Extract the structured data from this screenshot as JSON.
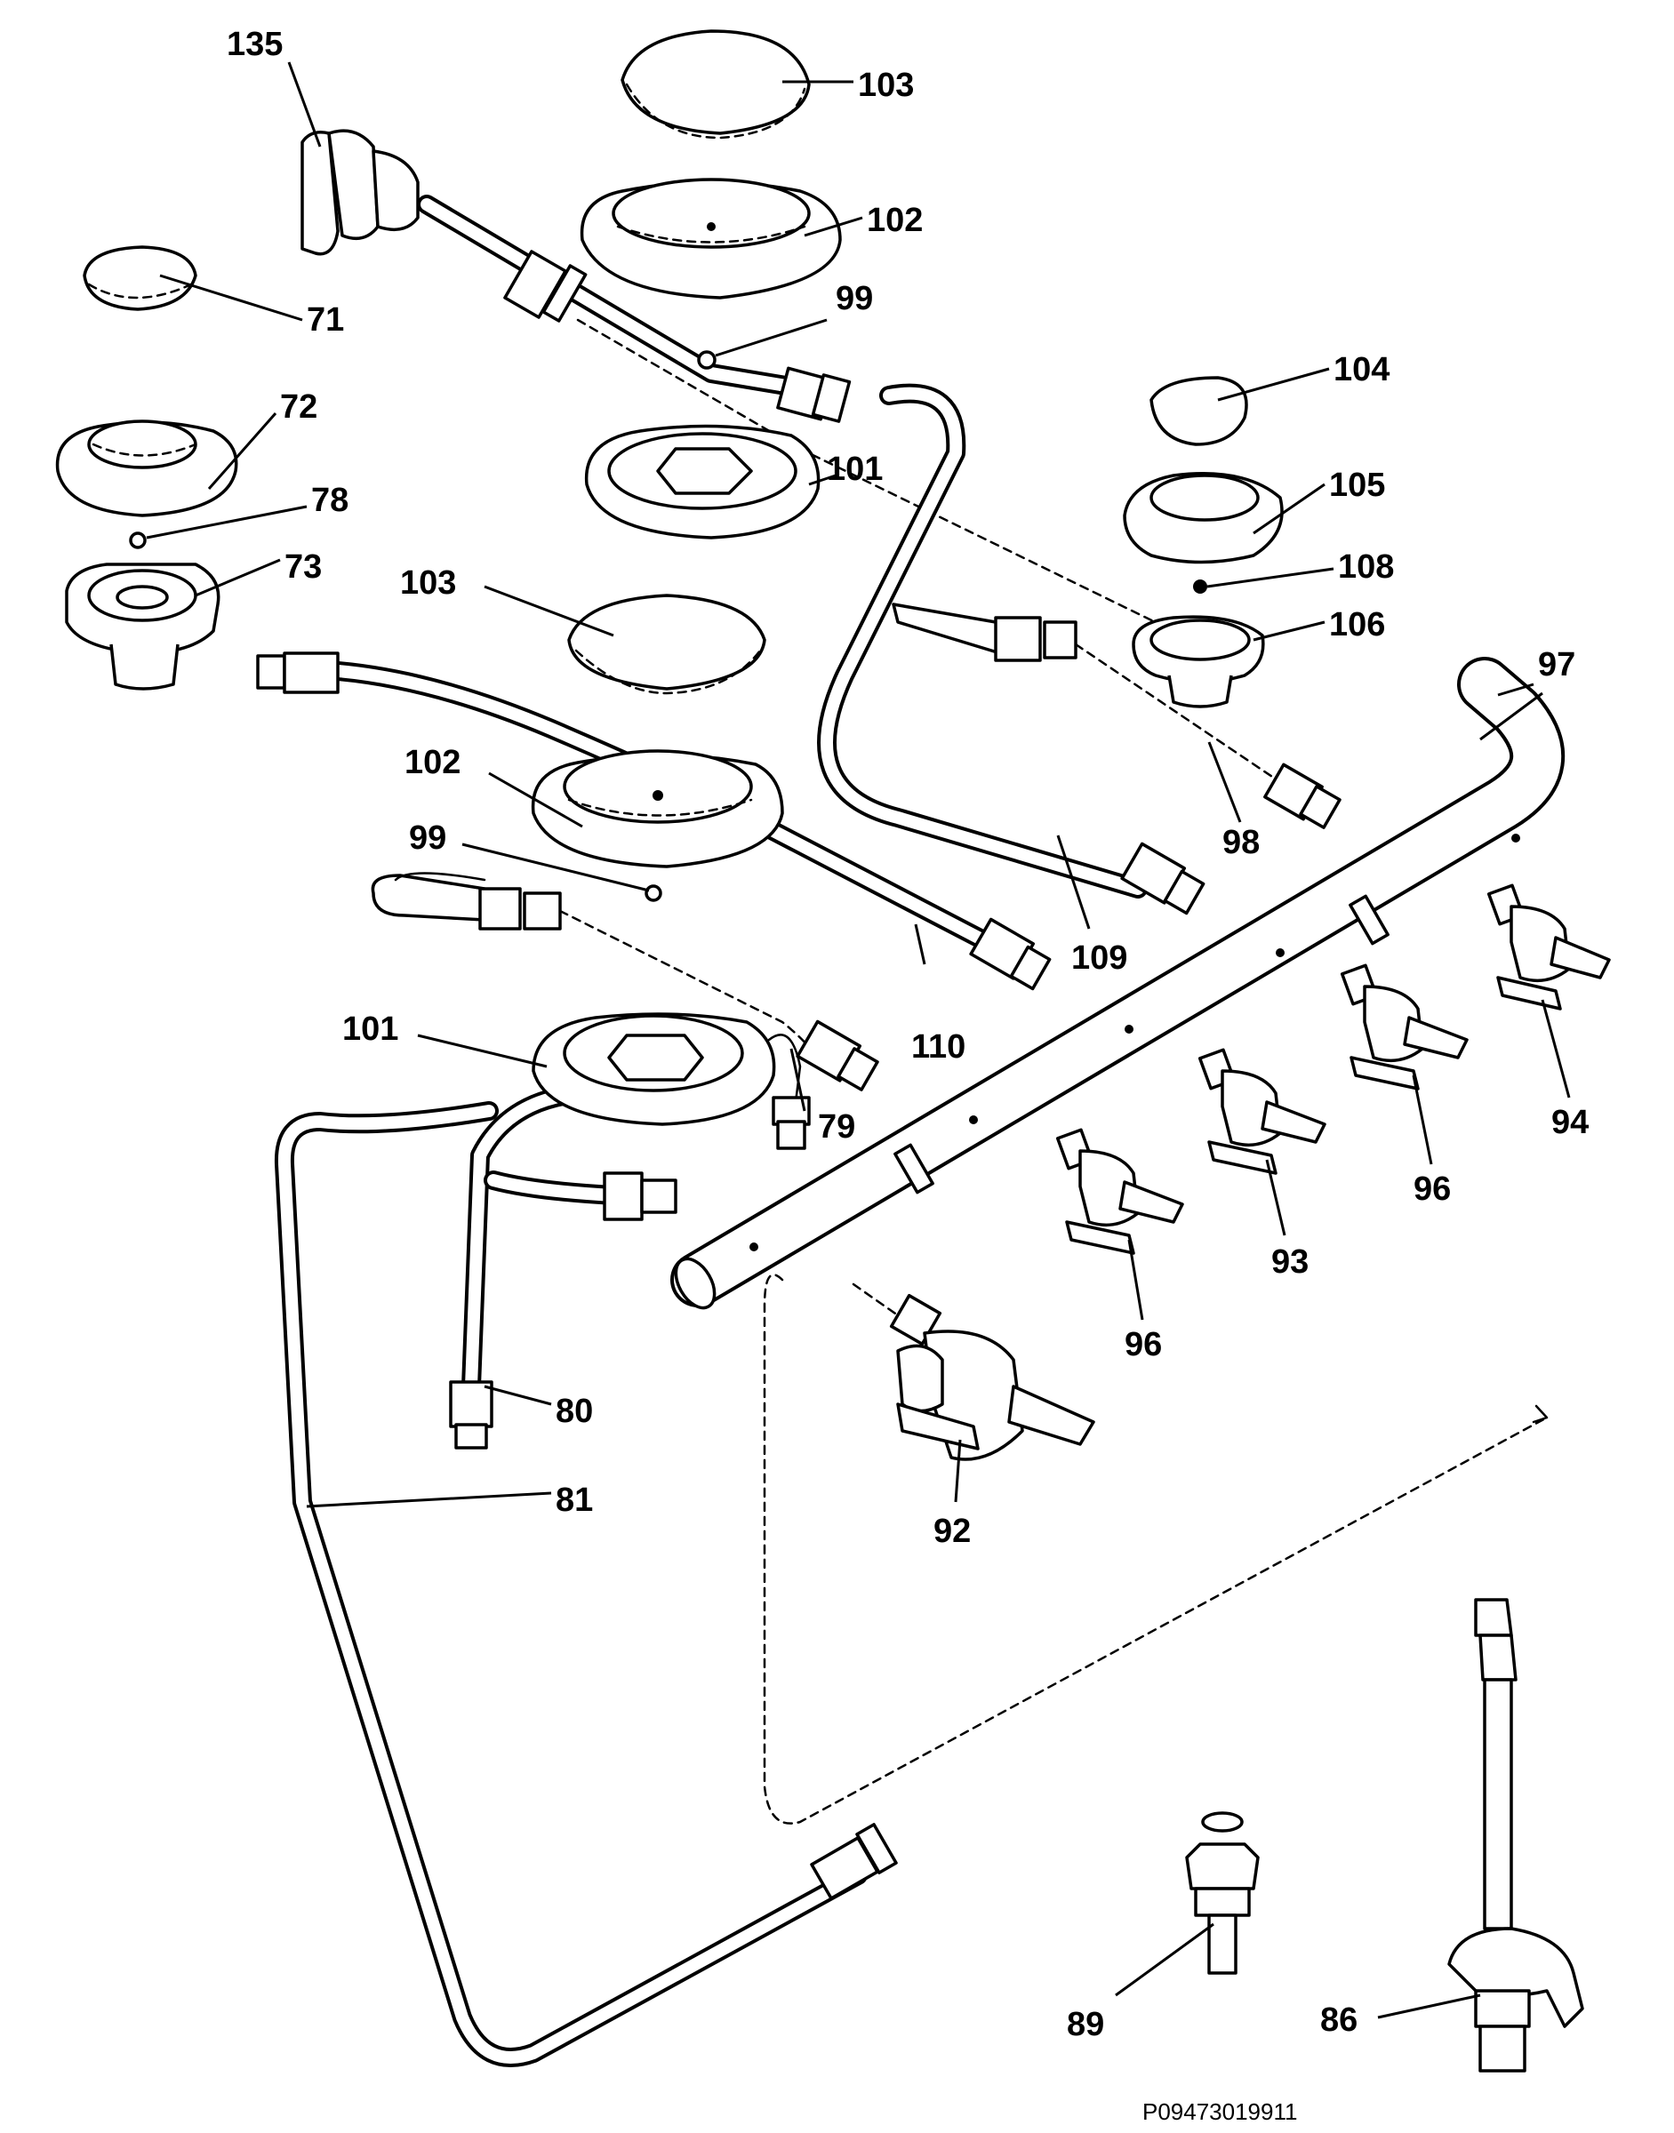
{
  "diagram": {
    "labels": [
      {
        "id": "l135",
        "text": "135"
      },
      {
        "id": "l103a",
        "text": "103"
      },
      {
        "id": "l102a",
        "text": "102"
      },
      {
        "id": "l99a",
        "text": "99"
      },
      {
        "id": "l71",
        "text": "71"
      },
      {
        "id": "l104",
        "text": "104"
      },
      {
        "id": "l72",
        "text": "72"
      },
      {
        "id": "l101a",
        "text": "101"
      },
      {
        "id": "l105",
        "text": "105"
      },
      {
        "id": "l78",
        "text": "78"
      },
      {
        "id": "l108",
        "text": "108"
      },
      {
        "id": "l73",
        "text": "73"
      },
      {
        "id": "l103b",
        "text": "103"
      },
      {
        "id": "l106",
        "text": "106"
      },
      {
        "id": "l97",
        "text": "97"
      },
      {
        "id": "l102b",
        "text": "102"
      },
      {
        "id": "l98",
        "text": "98"
      },
      {
        "id": "l99b",
        "text": "99"
      },
      {
        "id": "l109",
        "text": "109"
      },
      {
        "id": "l101b",
        "text": "101"
      },
      {
        "id": "l110",
        "text": "110"
      },
      {
        "id": "l79",
        "text": "79"
      },
      {
        "id": "l94",
        "text": "94"
      },
      {
        "id": "l96a",
        "text": "96"
      },
      {
        "id": "l93",
        "text": "93"
      },
      {
        "id": "l96b",
        "text": "96"
      },
      {
        "id": "l80",
        "text": "80"
      },
      {
        "id": "l81",
        "text": "81"
      },
      {
        "id": "l92",
        "text": "92"
      },
      {
        "id": "l89",
        "text": "89"
      },
      {
        "id": "l86",
        "text": "86"
      }
    ],
    "drawing_code": "P09473019911"
  }
}
